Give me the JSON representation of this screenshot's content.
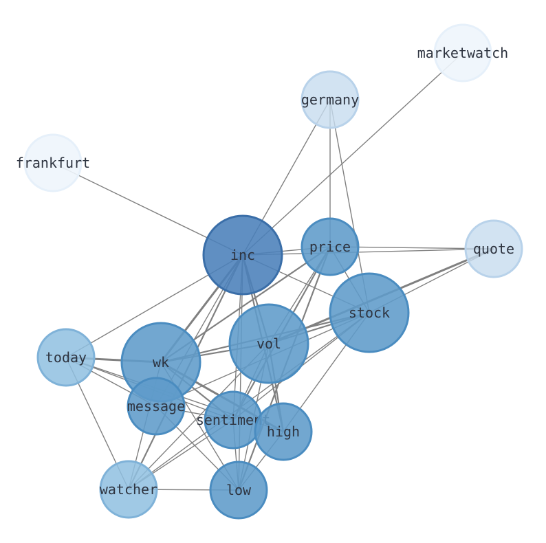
{
  "colors": {
    "edge": "#808080",
    "dark": "#4a7fba",
    "mid": "#5f9bca",
    "light": "#8fbfe0",
    "pale": "#c7dcef",
    "faint": "#eef5fc"
  },
  "nodes": [
    {
      "id": "inc",
      "label": "inc",
      "tone": "dark"
    },
    {
      "id": "price",
      "label": "price",
      "tone": "mid"
    },
    {
      "id": "germany",
      "label": "germany",
      "tone": "pale"
    },
    {
      "id": "marketwatch",
      "label": "marketwatch",
      "tone": "faint"
    },
    {
      "id": "frankfurt",
      "label": "frankfurt",
      "tone": "faint"
    },
    {
      "id": "quote",
      "label": "quote",
      "tone": "pale"
    },
    {
      "id": "stock",
      "label": "stock",
      "tone": "mid"
    },
    {
      "id": "vol",
      "label": "vol",
      "tone": "mid"
    },
    {
      "id": "wk",
      "label": "wk",
      "tone": "mid"
    },
    {
      "id": "today",
      "label": "today",
      "tone": "light"
    },
    {
      "id": "message",
      "label": "message",
      "tone": "mid"
    },
    {
      "id": "sentiment",
      "label": "sentiment",
      "tone": "mid"
    },
    {
      "id": "high",
      "label": "high",
      "tone": "mid"
    },
    {
      "id": "watcher",
      "label": "watcher",
      "tone": "light"
    },
    {
      "id": "low",
      "label": "low",
      "tone": "mid"
    }
  ],
  "edges": [
    [
      "inc",
      "marketwatch",
      1
    ],
    [
      "inc",
      "frankfurt",
      1
    ],
    [
      "inc",
      "germany",
      1
    ],
    [
      "inc",
      "price",
      1
    ],
    [
      "inc",
      "quote",
      1
    ],
    [
      "inc",
      "stock",
      1
    ],
    [
      "inc",
      "vol",
      2
    ],
    [
      "inc",
      "wk",
      3
    ],
    [
      "inc",
      "today",
      1
    ],
    [
      "inc",
      "message",
      1
    ],
    [
      "inc",
      "sentiment",
      1
    ],
    [
      "inc",
      "high",
      2
    ],
    [
      "inc",
      "watcher",
      2
    ],
    [
      "inc",
      "low",
      1
    ],
    [
      "germany",
      "price",
      1
    ],
    [
      "germany",
      "stock",
      1
    ],
    [
      "price",
      "quote",
      1
    ],
    [
      "price",
      "stock",
      1
    ],
    [
      "price",
      "vol",
      1
    ],
    [
      "price",
      "wk",
      2
    ],
    [
      "price",
      "sentiment",
      2
    ],
    [
      "price",
      "low",
      2
    ],
    [
      "quote",
      "stock",
      1
    ],
    [
      "quote",
      "vol",
      3
    ],
    [
      "stock",
      "vol",
      2
    ],
    [
      "stock",
      "wk",
      2
    ],
    [
      "stock",
      "message",
      1
    ],
    [
      "stock",
      "sentiment",
      1
    ],
    [
      "stock",
      "high",
      1
    ],
    [
      "stock",
      "watcher",
      1
    ],
    [
      "vol",
      "wk",
      2
    ],
    [
      "vol",
      "high",
      2
    ],
    [
      "vol",
      "sentiment",
      1
    ],
    [
      "vol",
      "low",
      1
    ],
    [
      "vol",
      "watcher",
      1
    ],
    [
      "wk",
      "today",
      3
    ],
    [
      "wk",
      "sentiment",
      2
    ],
    [
      "wk",
      "high",
      3
    ],
    [
      "wk",
      "low",
      1
    ],
    [
      "wk",
      "watcher",
      1
    ],
    [
      "today",
      "message",
      1
    ],
    [
      "today",
      "sentiment",
      1
    ],
    [
      "today",
      "high",
      1
    ],
    [
      "today",
      "watcher",
      1
    ],
    [
      "message",
      "low",
      1
    ],
    [
      "message",
      "sentiment",
      1
    ],
    [
      "sentiment",
      "low",
      1
    ],
    [
      "sentiment",
      "watcher",
      1
    ],
    [
      "high",
      "low",
      1
    ],
    [
      "watcher",
      "low",
      1
    ]
  ]
}
